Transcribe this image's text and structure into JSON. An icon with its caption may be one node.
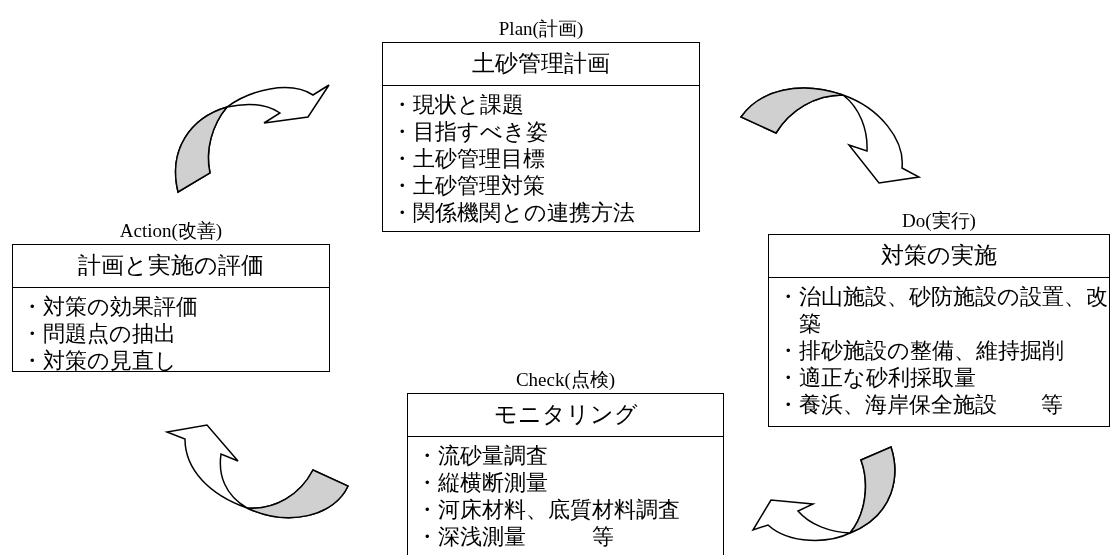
{
  "diagram": {
    "nodes": [
      {
        "text": [
          "Plan(計画)",
          "土砂管理計画",
          "・現状と課題",
          "・目指すべき姿",
          "・土砂管理目標",
          "・土砂管理対策",
          "・関係機関との連携方法"
        ]
      },
      {
        "text": [
          "Action(改善)",
          "計画と実施の評価",
          "・対策の効果評価",
          "・問題点の抽出",
          "・対策の見直し"
        ]
      },
      {
        "text": [
          "Do(実行)",
          "対策の実施",
          "・治山施設、砂防施設の設置、改築",
          "・排砂施設の整備、維持掘削",
          "・適正な砂利採取量",
          "・養浜、海岸保全施設　　等"
        ]
      },
      {
        "text": [
          "Check(点検)",
          "モニタリング",
          "・流砂量調査",
          "・縦横断測量",
          "・河床材料、底質材料調査",
          "・深浅測量　　　等"
        ]
      }
    ],
    "edges": [
      {
        "from": 1,
        "to": 0,
        "arrow": "to"
      },
      {
        "from": 0,
        "to": 2,
        "arrow": "to"
      },
      {
        "from": 2,
        "to": 3,
        "arrow": "to"
      },
      {
        "from": 3,
        "to": 1,
        "arrow": "to"
      }
    ]
  }
}
